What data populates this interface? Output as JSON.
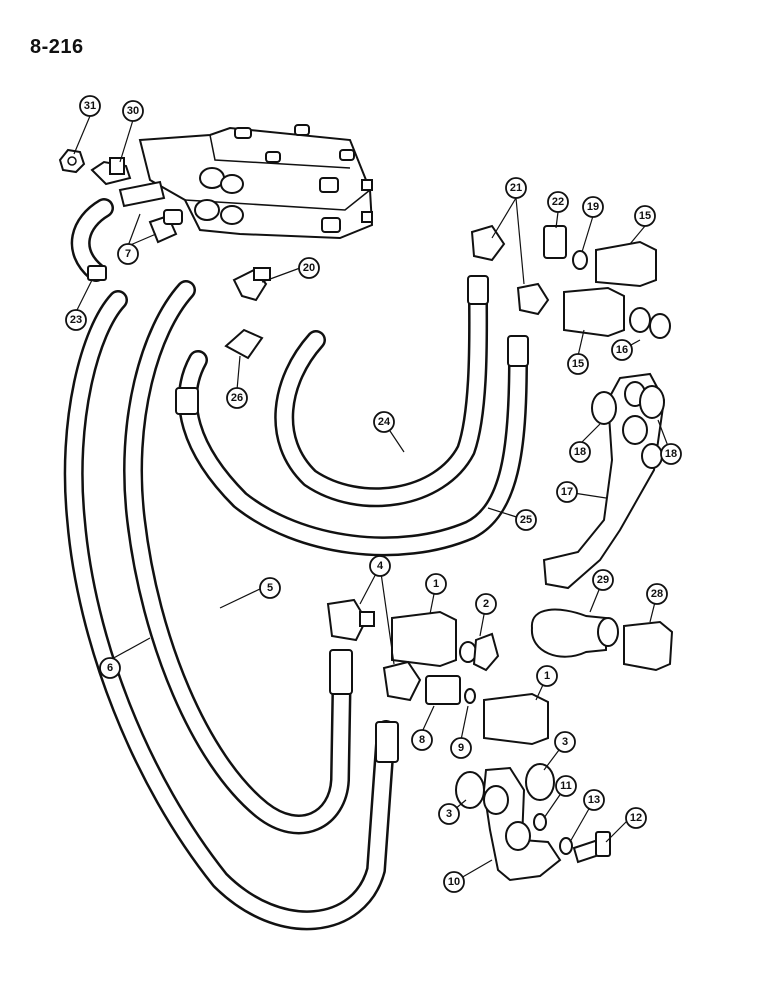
{
  "page": {
    "number": "8-216"
  },
  "callouts": [
    "31",
    "30",
    "7",
    "23",
    "20",
    "26",
    "21",
    "22",
    "19",
    "15",
    "15",
    "16",
    "24",
    "18",
    "18",
    "17",
    "25",
    "5",
    "6",
    "4",
    "1",
    "2",
    "29",
    "28",
    "1",
    "8",
    "9",
    "3",
    "3",
    "11",
    "13",
    "12",
    "10"
  ]
}
